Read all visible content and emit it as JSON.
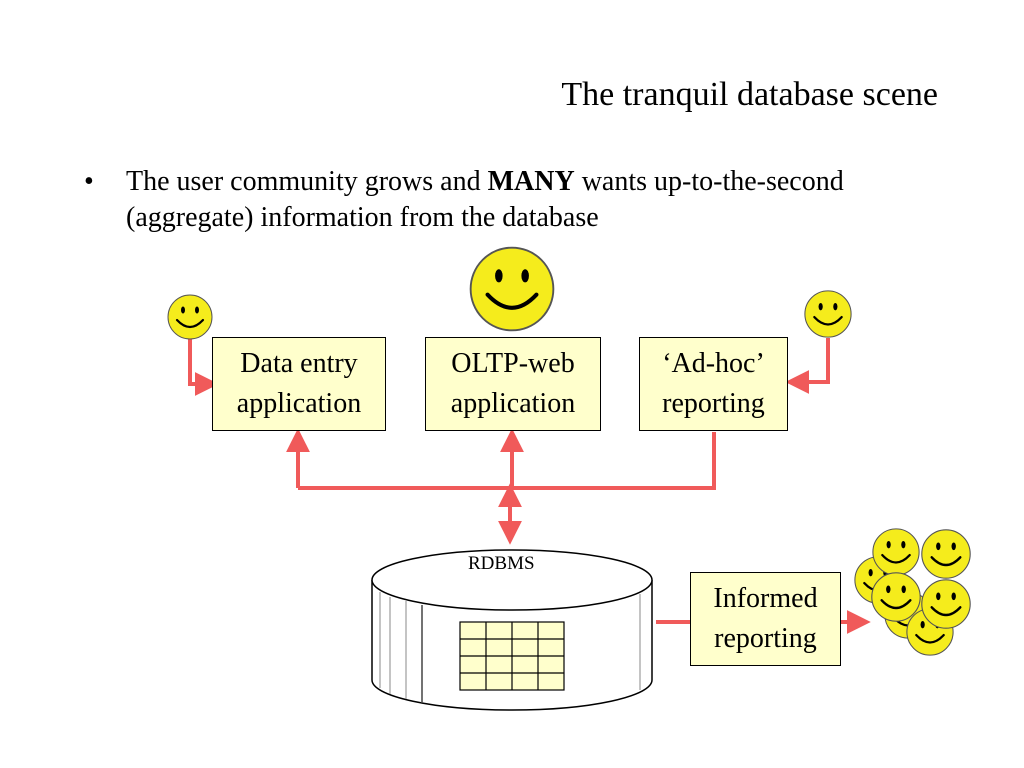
{
  "slide": {
    "title": "The tranquil database scene",
    "bullet": {
      "before": "The user community grows and ",
      "emphasis": "MANY",
      "after": " wants up-to-the-second (aggregate) information from the database"
    }
  },
  "diagram": {
    "boxes": {
      "data_entry": {
        "line1": "Data entry",
        "line2": "application"
      },
      "oltp_web": {
        "line1": "OLTP-web",
        "line2": "application"
      },
      "adhoc": {
        "line1": "‘Ad-hoc’",
        "line2": "reporting"
      },
      "informed": {
        "line1": "Informed",
        "line2": "reporting"
      }
    },
    "database_label": "RDBMS",
    "colors": {
      "box_fill": "#ffffcc",
      "arrow": "#f05a5a",
      "smiley_fill": "#f5ec1c",
      "cylinder_fill": "#ffffff"
    },
    "icons": [
      "smiley-icon",
      "database-cylinder-icon",
      "table-grid-icon"
    ]
  }
}
